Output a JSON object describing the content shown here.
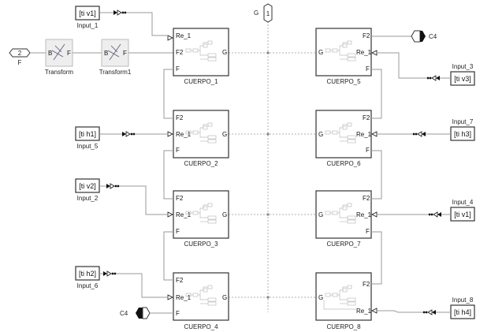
{
  "diagram": {
    "title": "CUERPO subsystem model",
    "ports": {
      "inport": {
        "number": "2",
        "name": "F"
      },
      "outport": {
        "number": "1",
        "name": "G"
      }
    },
    "goto_tags": {
      "c4_goto": "C4",
      "c4_from": "C4"
    },
    "transforms": [
      {
        "name": "Transform",
        "in_port": "B",
        "out_port": "F"
      },
      {
        "name": "Transform1",
        "in_port": "B",
        "out_port": "F"
      }
    ],
    "inputs": [
      {
        "name": "Input_1",
        "tag": "[ti v1]"
      },
      {
        "name": "Input_5",
        "tag": "[ti h1]"
      },
      {
        "name": "Input_2",
        "tag": "[ti v2]"
      },
      {
        "name": "Input_6",
        "tag": "[ti h2]"
      },
      {
        "name": "Input_3",
        "tag": "[ti v3]"
      },
      {
        "name": "Input_7",
        "tag": "[ti h3]"
      },
      {
        "name": "Input_4",
        "tag": "[ti v1]"
      },
      {
        "name": "Input_8",
        "tag": "[ti h4]"
      }
    ],
    "bodies_left": [
      {
        "name": "CUERPO_1",
        "ports": [
          "Re_1",
          "F2",
          "F",
          "G"
        ]
      },
      {
        "name": "CUERPO_2",
        "ports": [
          "F2",
          "Re_1",
          "F",
          "G"
        ]
      },
      {
        "name": "CUERPO_3",
        "ports": [
          "F2",
          "Re_1",
          "F",
          "G"
        ]
      },
      {
        "name": "CUERPO_4",
        "ports": [
          "F2",
          "Re_1",
          "F",
          "G"
        ]
      }
    ],
    "bodies_right": [
      {
        "name": "CUERPO_5",
        "ports": [
          "F2",
          "G",
          "Re_1",
          "F"
        ]
      },
      {
        "name": "CUERPO_6",
        "ports": [
          "F2",
          "G",
          "Re_1",
          "F"
        ]
      },
      {
        "name": "CUERPO_7",
        "ports": [
          "F2",
          "G",
          "Re_1",
          "F"
        ]
      },
      {
        "name": "CUERPO_8",
        "ports": [
          "F2",
          "G",
          "Re_1"
        ]
      }
    ]
  }
}
